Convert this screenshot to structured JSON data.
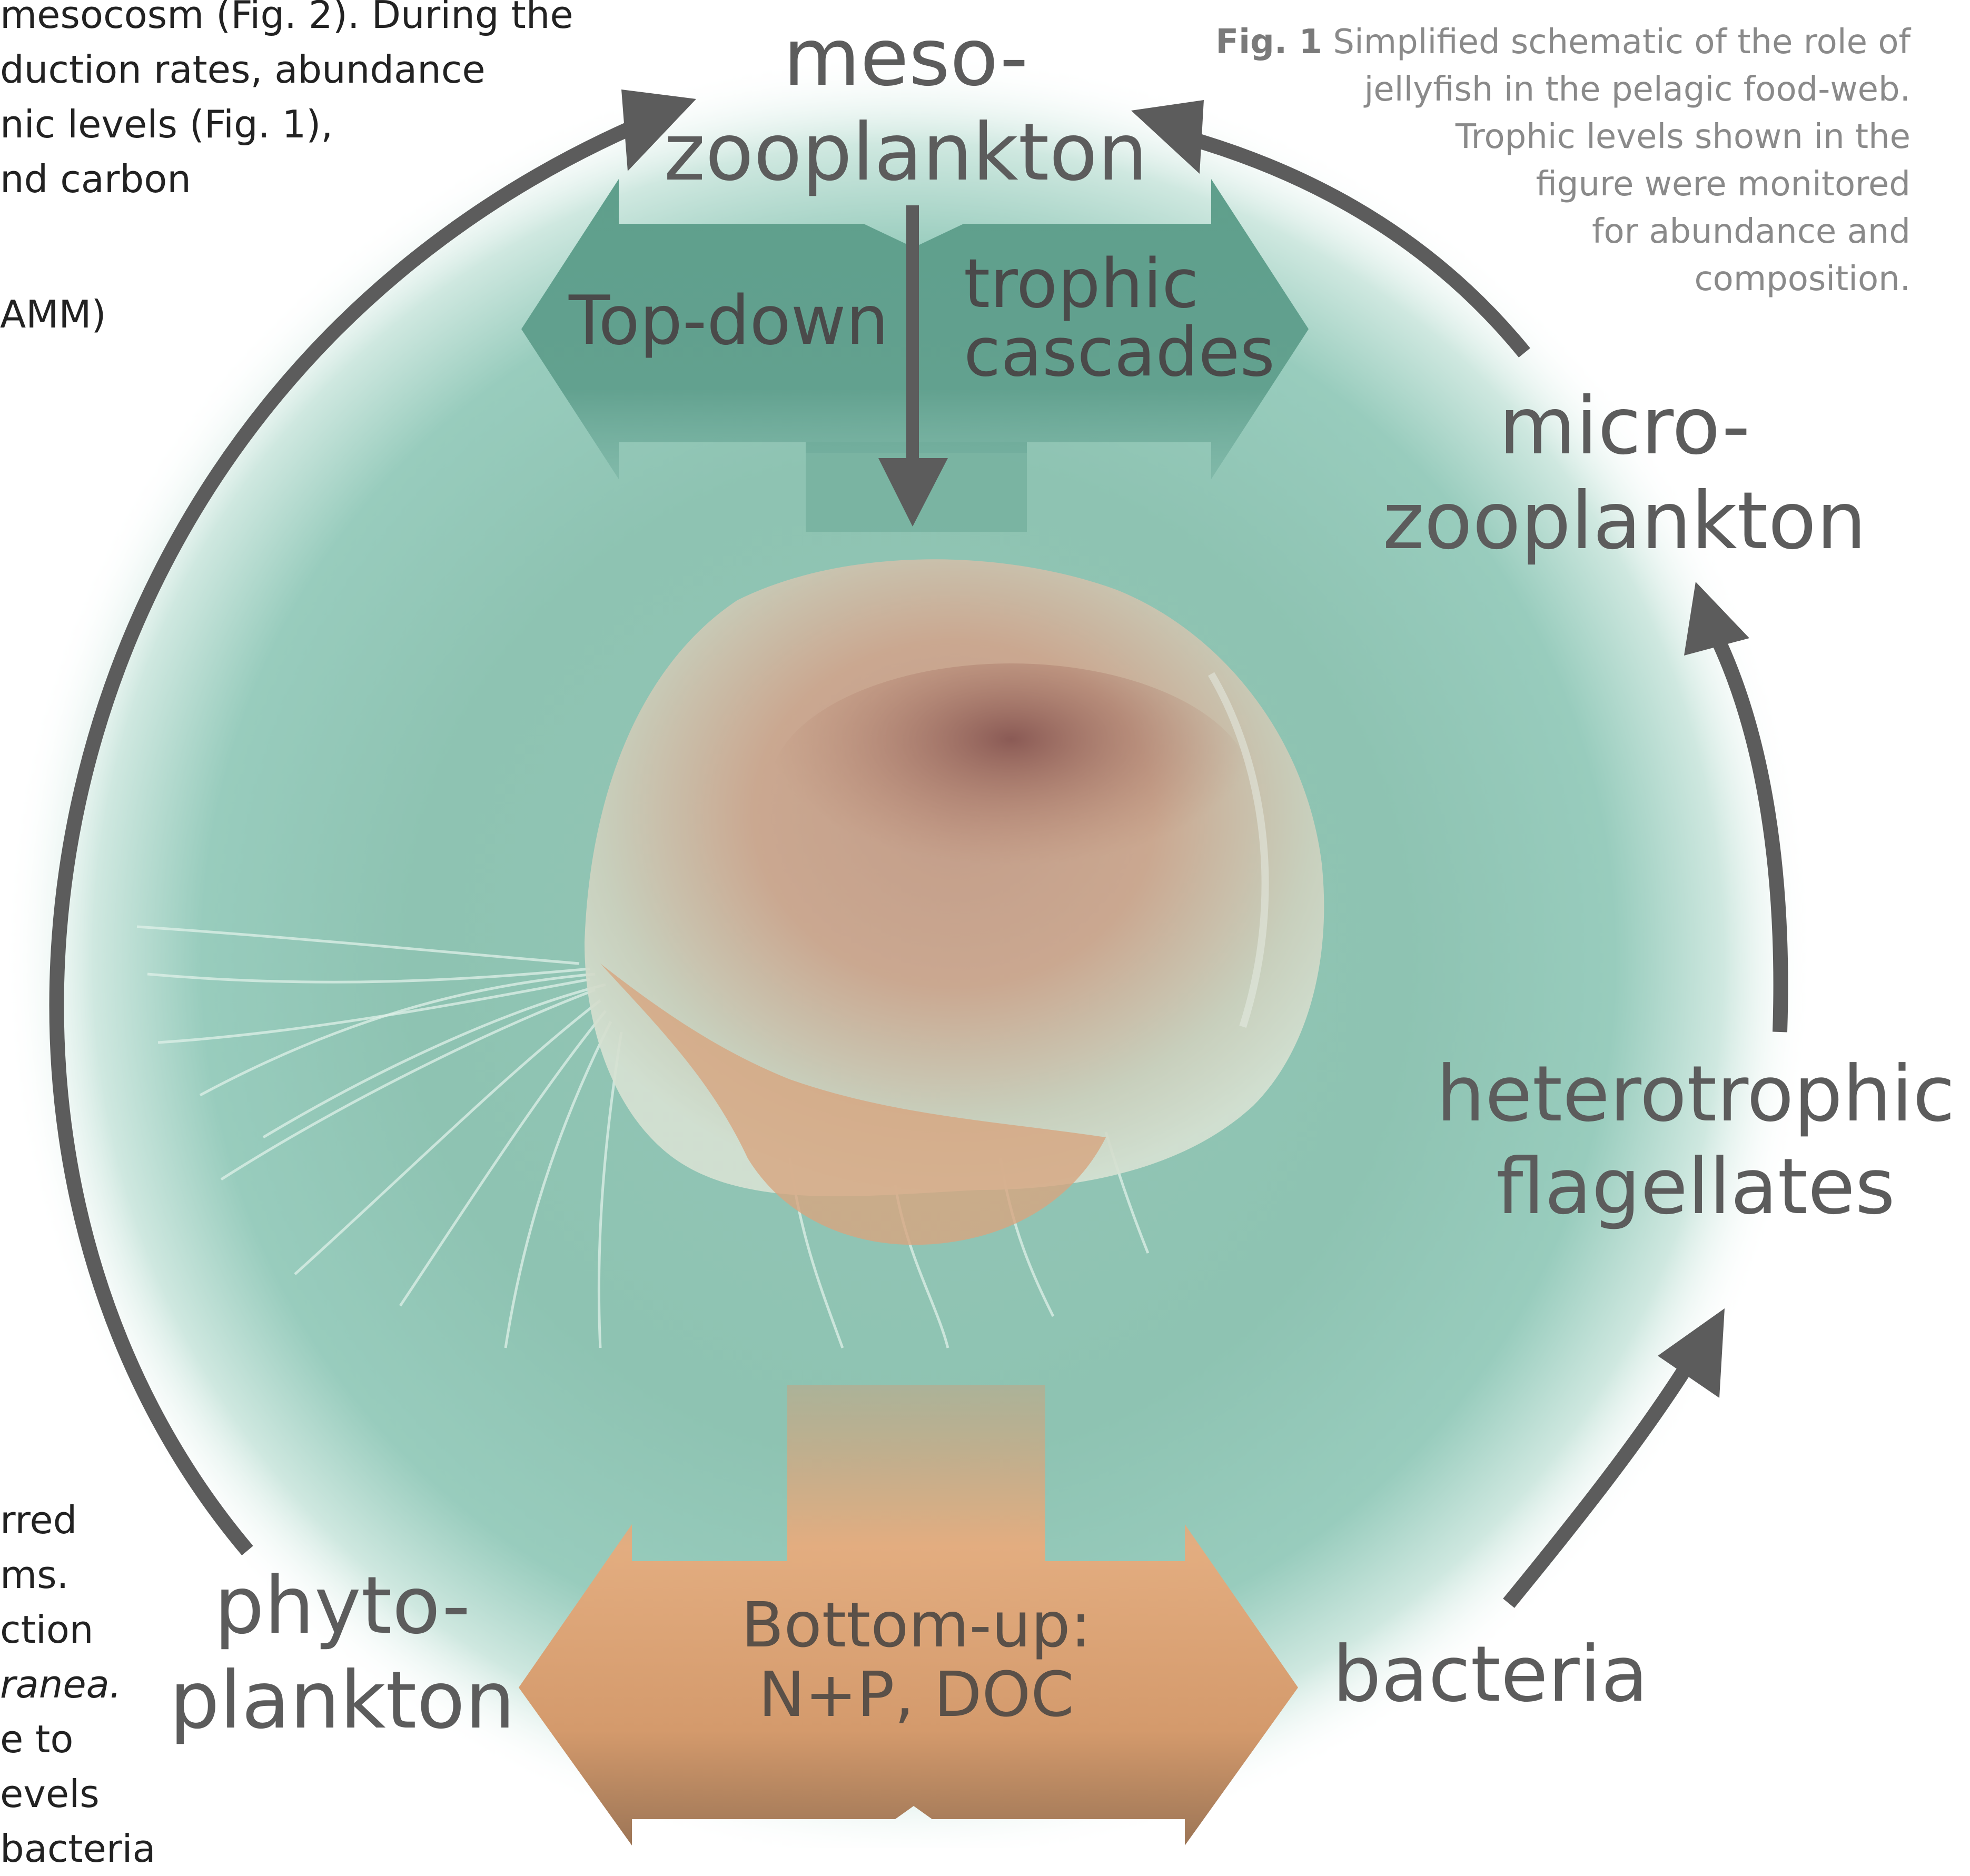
{
  "body_text_top": [
    "mesocosm (Fig. 2). During the",
    "duction rates, abundance",
    "nic levels (Fig. 1),",
    "nd carbon"
  ],
  "body_text_amm": "AMM)",
  "body_text_left": [
    "rred",
    "ms.",
    "ction",
    "ranea.",
    "e to",
    "evels",
    "bacteria"
  ],
  "caption": {
    "fig_label": "Fig. 1",
    "lines": [
      "Simplified schematic of the role of",
      "jellyfish in the pelagic food-web.",
      "Trophic levels shown in the",
      "figure were monitored",
      "for abundance and",
      "composition."
    ]
  },
  "trophic_levels": {
    "mesozooplankton": [
      "meso-",
      "zooplankton"
    ],
    "microzooplankton": [
      "micro-",
      "zooplankton"
    ],
    "heterotrophic_flagellates": [
      "heterotrophic",
      "flagellates"
    ],
    "bacteria": "bacteria",
    "phytoplankton": [
      "phyto-",
      "plankton"
    ]
  },
  "control_arrows": {
    "top_down": "Top-down",
    "trophic_cascades": [
      "trophic",
      "cascades"
    ],
    "bottom_up": [
      "Bottom-up:",
      "N+P, DOC"
    ]
  },
  "colors": {
    "cycle_arrow": "#5c5c5c",
    "top_down_arrow": "#5a9e8c",
    "bottom_up_arrow": "#d29a70",
    "water": "#8fc7b8",
    "caption_text": "#8a8a8a",
    "level_text": "#5c5c5c"
  },
  "icons": [
    "cycle-arrow",
    "top-down-double-arrow",
    "bottom-up-double-arrow",
    "jellyfish-photo"
  ]
}
